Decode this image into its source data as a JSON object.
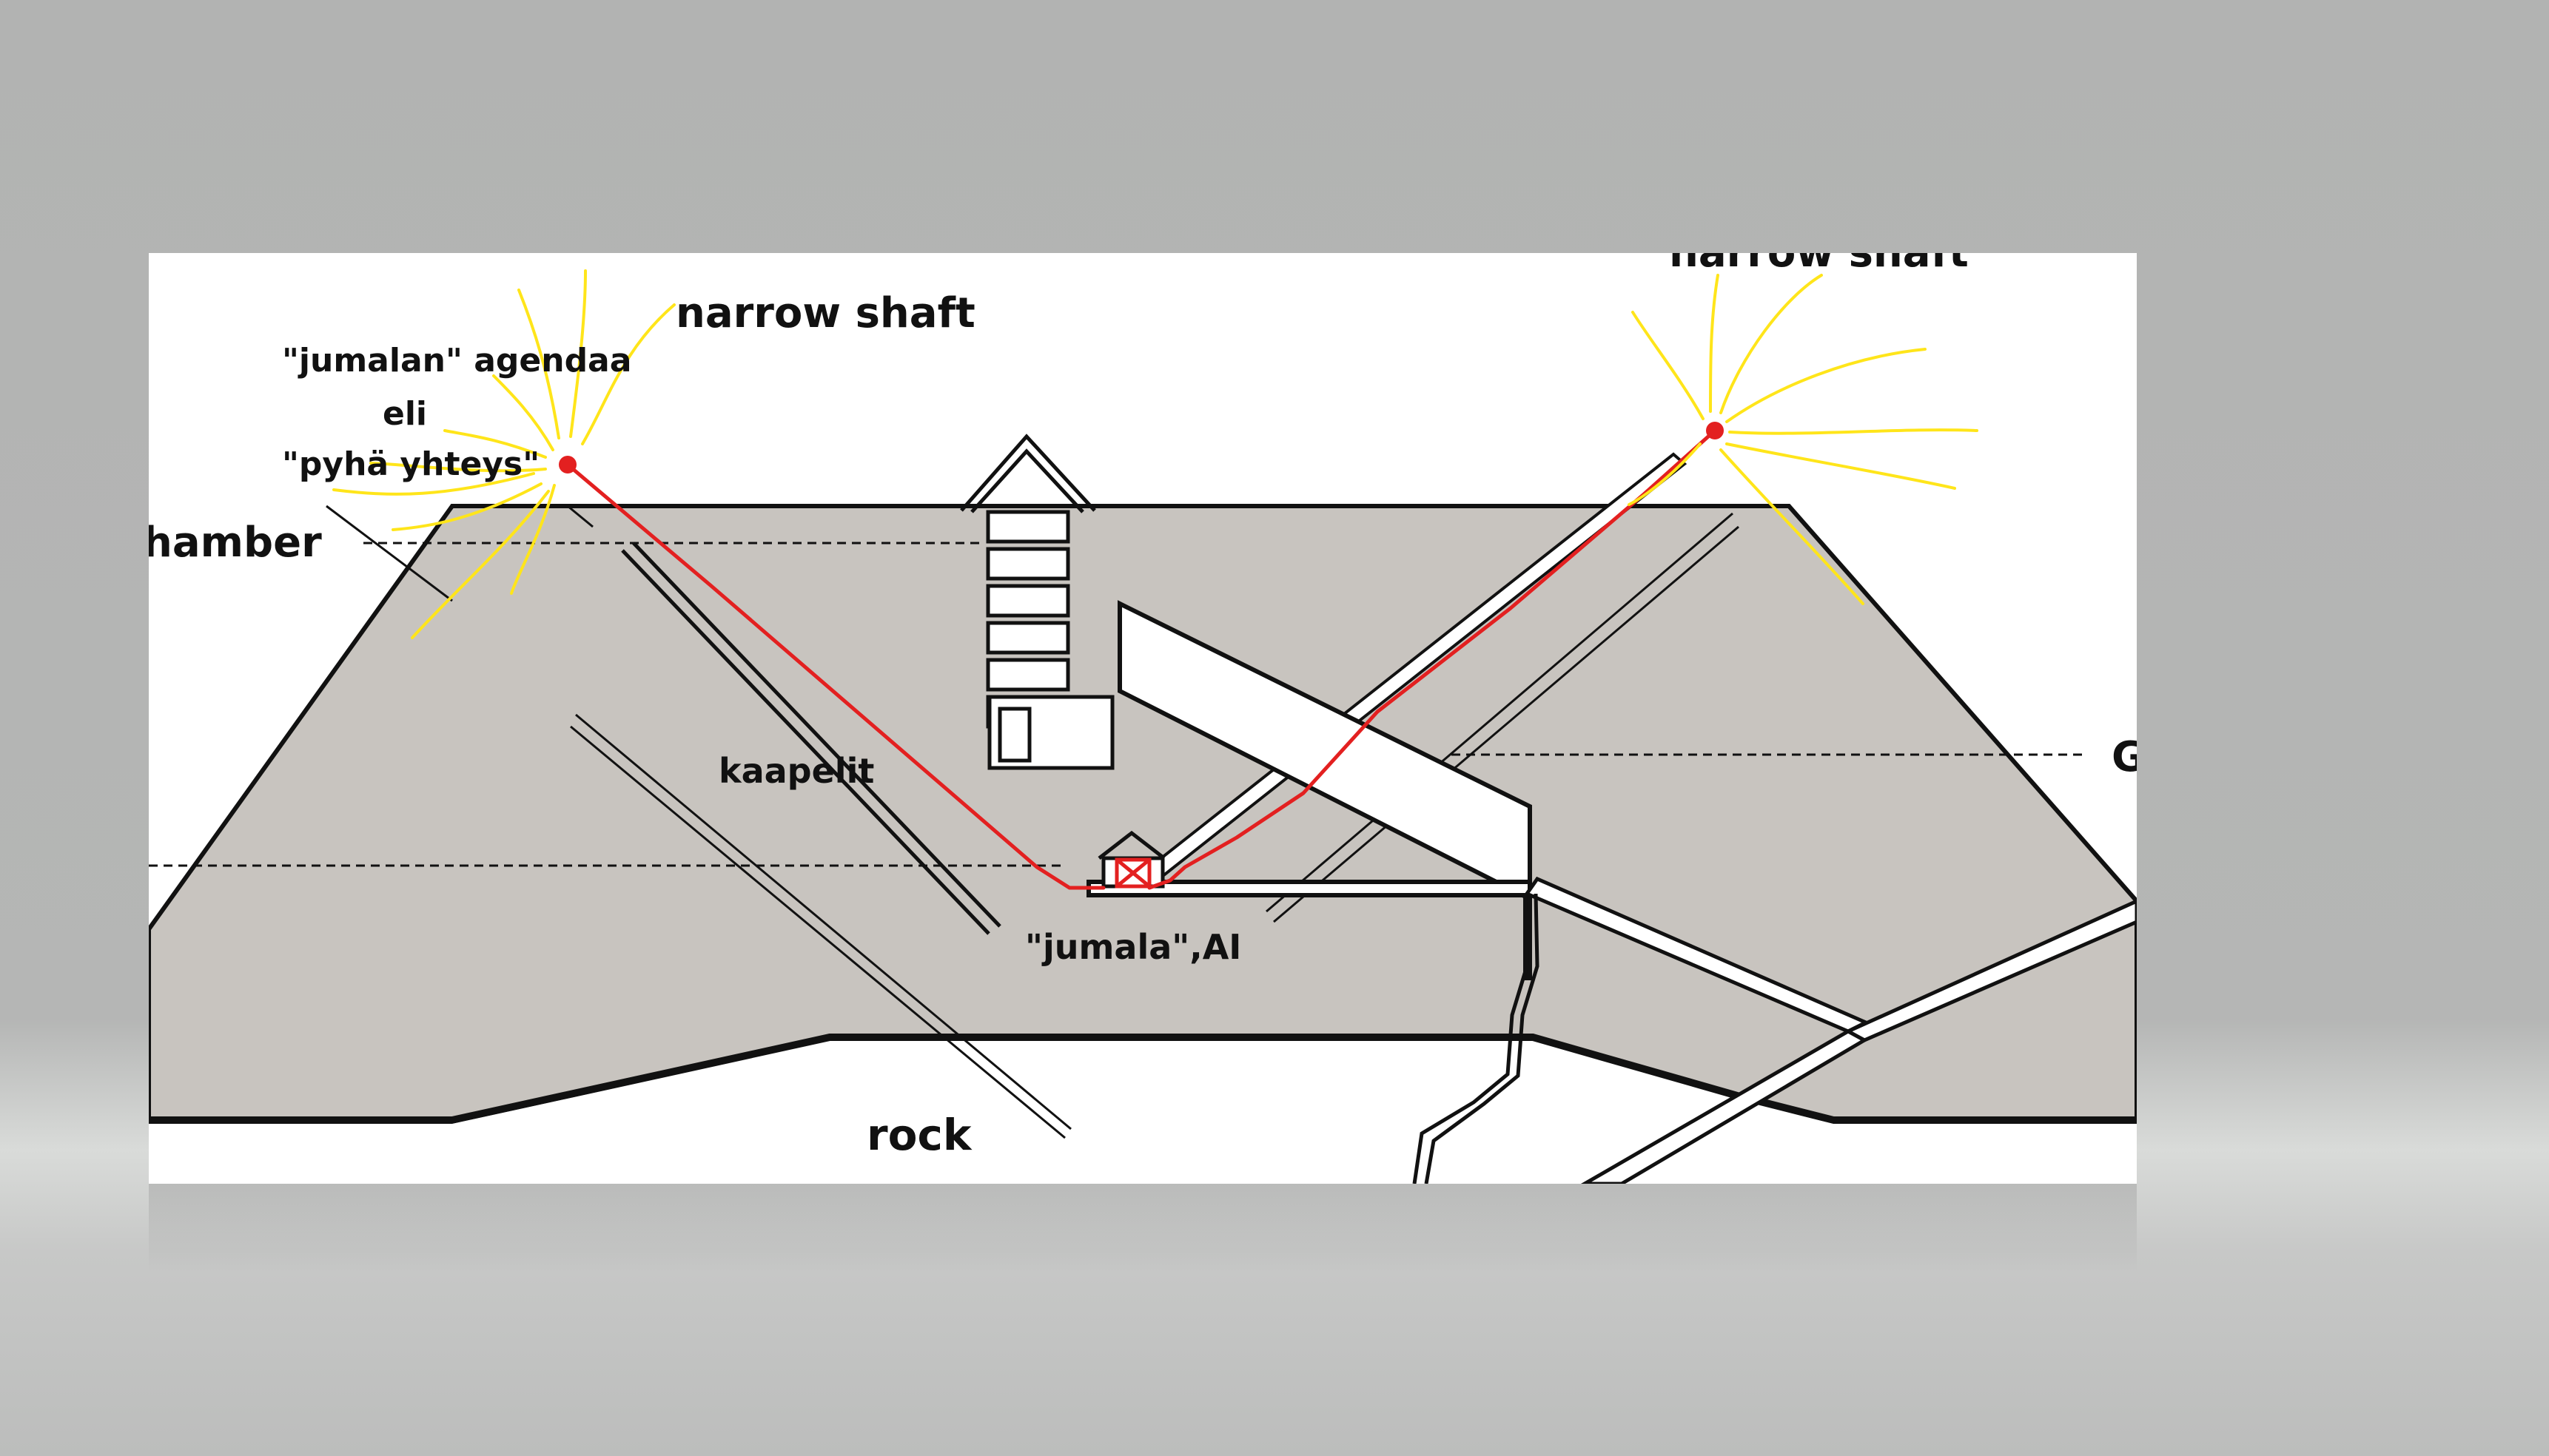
{
  "labels": {
    "agenda_line1": "\"jumalan\" agendaa",
    "agenda_line2": "eli",
    "agenda_line3": "\"pyhä yhteys\"",
    "chamber": "hamber",
    "narrow_shaft_left": "narrow shaft",
    "narrow_shaft_right": "narrow shaft",
    "cables": "kaapelit",
    "god_ai": "\"jumala\",AI",
    "rock": "rock",
    "cut_letter_right": "G"
  },
  "colors": {
    "pyramid_fill": "#c8c4bf",
    "background": "#ffffff",
    "outline": "#111111",
    "cable": "#e32020",
    "rays": "#ffe51a",
    "device": "#e32020"
  },
  "icons": {
    "device": "crossed-box-icon"
  }
}
